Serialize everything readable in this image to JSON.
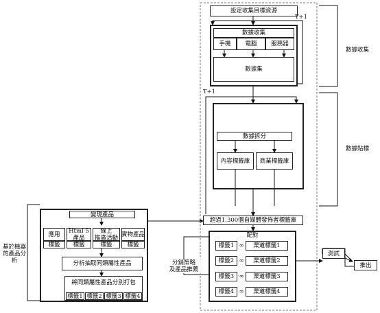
{
  "top": {
    "sources_target": "設定收集目標資源",
    "t_plus_1_top": "T+1",
    "t_plus_1_mid": "T+1"
  },
  "collect": {
    "title": "數據收集",
    "devices": [
      "手機",
      "電腦",
      "服務器"
    ],
    "dataset": "數據集"
  },
  "tagging": {
    "split": "數據拆分",
    "content_tags": "內容標籤庫",
    "business_tags": "商業標籤庫"
  },
  "library": "超過1,300個自媒體發佈者標籤庫",
  "match": {
    "title": "配對",
    "rows": [
      {
        "tag": "標籤1",
        "op": "∞",
        "channel": "渠道標籤1"
      },
      {
        "tag": "標籤2",
        "op": "∞",
        "channel": "渠道標籤2"
      },
      {
        "tag": "標籤3",
        "op": "∞",
        "channel": "渠道標籤3"
      },
      {
        "tag": "標籤4",
        "op": "∞",
        "channel": "渠道標籤4"
      }
    ]
  },
  "test": "測試",
  "launch": "推出",
  "distribution": "分銷策略\n及產品推薦",
  "left": {
    "side_label": "基於機器\n的產品分析",
    "monetize": "變現產品",
    "products": [
      {
        "name": "應用",
        "tag": "標籤"
      },
      {
        "name": "Html 5\n產品",
        "tag": "標籤"
      },
      {
        "name": "線上\n推廣活動",
        "tag": "標籤"
      },
      {
        "name": "實物產品",
        "tag": "標籤"
      }
    ],
    "analyze": "分析抽取同類屬性產品",
    "pack": "將同類屬性產品分別打包",
    "packs": [
      "標籤1",
      "標籤2",
      "標籤3",
      "標籤4"
    ]
  },
  "right": {
    "collect_label": "數據收集",
    "tag_label": "數據貼標"
  }
}
